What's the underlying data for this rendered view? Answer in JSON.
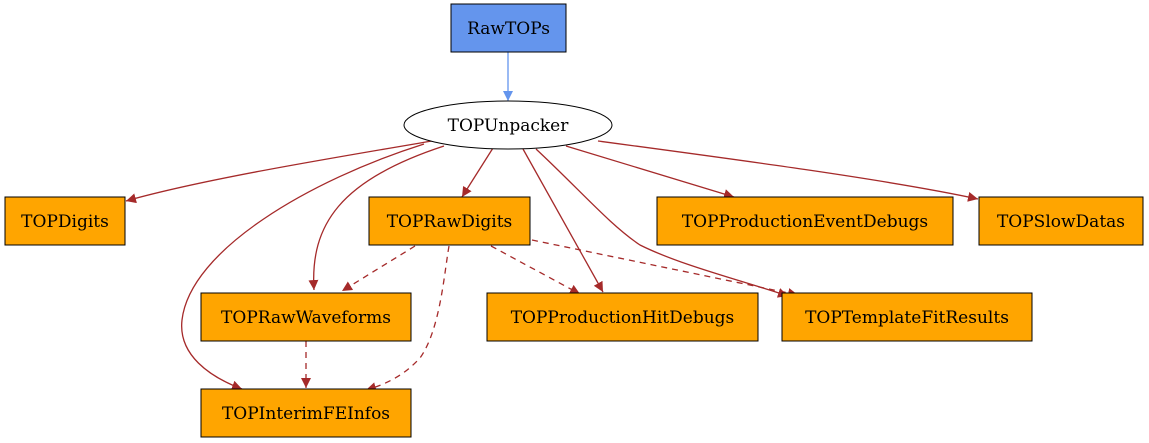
{
  "colors": {
    "source_node": "#6495ed",
    "data_node": "#ffa500",
    "edge": "#a52a2a",
    "source_edge": "#6495ed",
    "module_fill": "#ffffff",
    "stroke": "#000000"
  },
  "nodes": [
    {
      "id": "rawtops",
      "label": "RawTOPs",
      "kind": "source"
    },
    {
      "id": "topunpacker",
      "label": "TOPUnpacker",
      "kind": "module"
    },
    {
      "id": "topdigits",
      "label": "TOPDigits",
      "kind": "data"
    },
    {
      "id": "toprawdigits",
      "label": "TOPRawDigits",
      "kind": "data"
    },
    {
      "id": "topproductioneventdebugs",
      "label": "TOPProductionEventDebugs",
      "kind": "data"
    },
    {
      "id": "topslowdatas",
      "label": "TOPSlowDatas",
      "kind": "data"
    },
    {
      "id": "toprawwaveforms",
      "label": "TOPRawWaveforms",
      "kind": "data"
    },
    {
      "id": "topproductionhitdebugs",
      "label": "TOPProductionHitDebugs",
      "kind": "data"
    },
    {
      "id": "toptemplatefitresults",
      "label": "TOPTemplateFitResults",
      "kind": "data"
    },
    {
      "id": "topinterimfeinfos",
      "label": "TOPInterimFEInfos",
      "kind": "data"
    }
  ],
  "edges": [
    {
      "from": "rawtops",
      "to": "topunpacker",
      "style": "solid",
      "color": "source_edge"
    },
    {
      "from": "topunpacker",
      "to": "topdigits",
      "style": "solid",
      "color": "edge"
    },
    {
      "from": "topunpacker",
      "to": "toprawdigits",
      "style": "solid",
      "color": "edge"
    },
    {
      "from": "topunpacker",
      "to": "topproductioneventdebugs",
      "style": "solid",
      "color": "edge"
    },
    {
      "from": "topunpacker",
      "to": "topslowdatas",
      "style": "solid",
      "color": "edge"
    },
    {
      "from": "topunpacker",
      "to": "toprawwaveforms",
      "style": "solid",
      "color": "edge"
    },
    {
      "from": "topunpacker",
      "to": "topproductionhitdebugs",
      "style": "solid",
      "color": "edge"
    },
    {
      "from": "topunpacker",
      "to": "toptemplatefitresults",
      "style": "solid",
      "color": "edge"
    },
    {
      "from": "topunpacker",
      "to": "topinterimfeinfos",
      "style": "solid",
      "color": "edge"
    },
    {
      "from": "toprawdigits",
      "to": "toprawwaveforms",
      "style": "dashed",
      "color": "edge"
    },
    {
      "from": "toprawdigits",
      "to": "topproductionhitdebugs",
      "style": "dashed",
      "color": "edge"
    },
    {
      "from": "toprawdigits",
      "to": "toptemplatefitresults",
      "style": "dashed",
      "color": "edge"
    },
    {
      "from": "toprawdigits",
      "to": "topinterimfeinfos",
      "style": "dashed",
      "color": "edge"
    },
    {
      "from": "toprawwaveforms",
      "to": "topinterimfeinfos",
      "style": "dashed",
      "color": "edge"
    }
  ]
}
